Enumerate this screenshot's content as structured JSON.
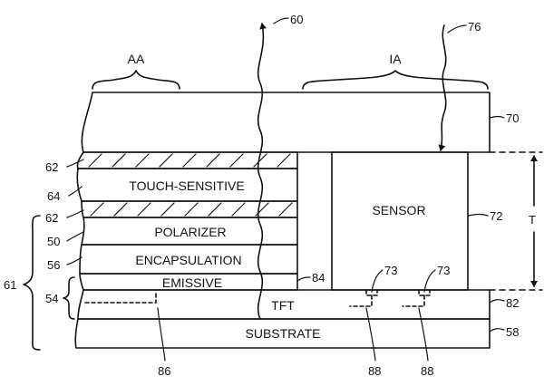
{
  "regions": {
    "active_area": "AA",
    "inactive_area": "IA"
  },
  "layers": {
    "touch_sensitive": "TOUCH-SENSITIVE",
    "polarizer": "POLARIZER",
    "encapsulation": "ENCAPSULATION",
    "emissive": "EMISSIVE",
    "tft": "TFT",
    "substrate": "SUBSTRATE",
    "sensor": "SENSOR"
  },
  "refs": {
    "r60": "60",
    "r76": "76",
    "r70": "70",
    "r72": "72",
    "r62a": "62",
    "r62b": "62",
    "r64": "64",
    "r50": "50",
    "r56": "56",
    "r54": "54",
    "r61": "61",
    "r84": "84",
    "r82": "82",
    "r58": "58",
    "r86": "86",
    "r88a": "88",
    "r88b": "88",
    "r73a": "73",
    "r73b": "73",
    "thickness": "T"
  }
}
